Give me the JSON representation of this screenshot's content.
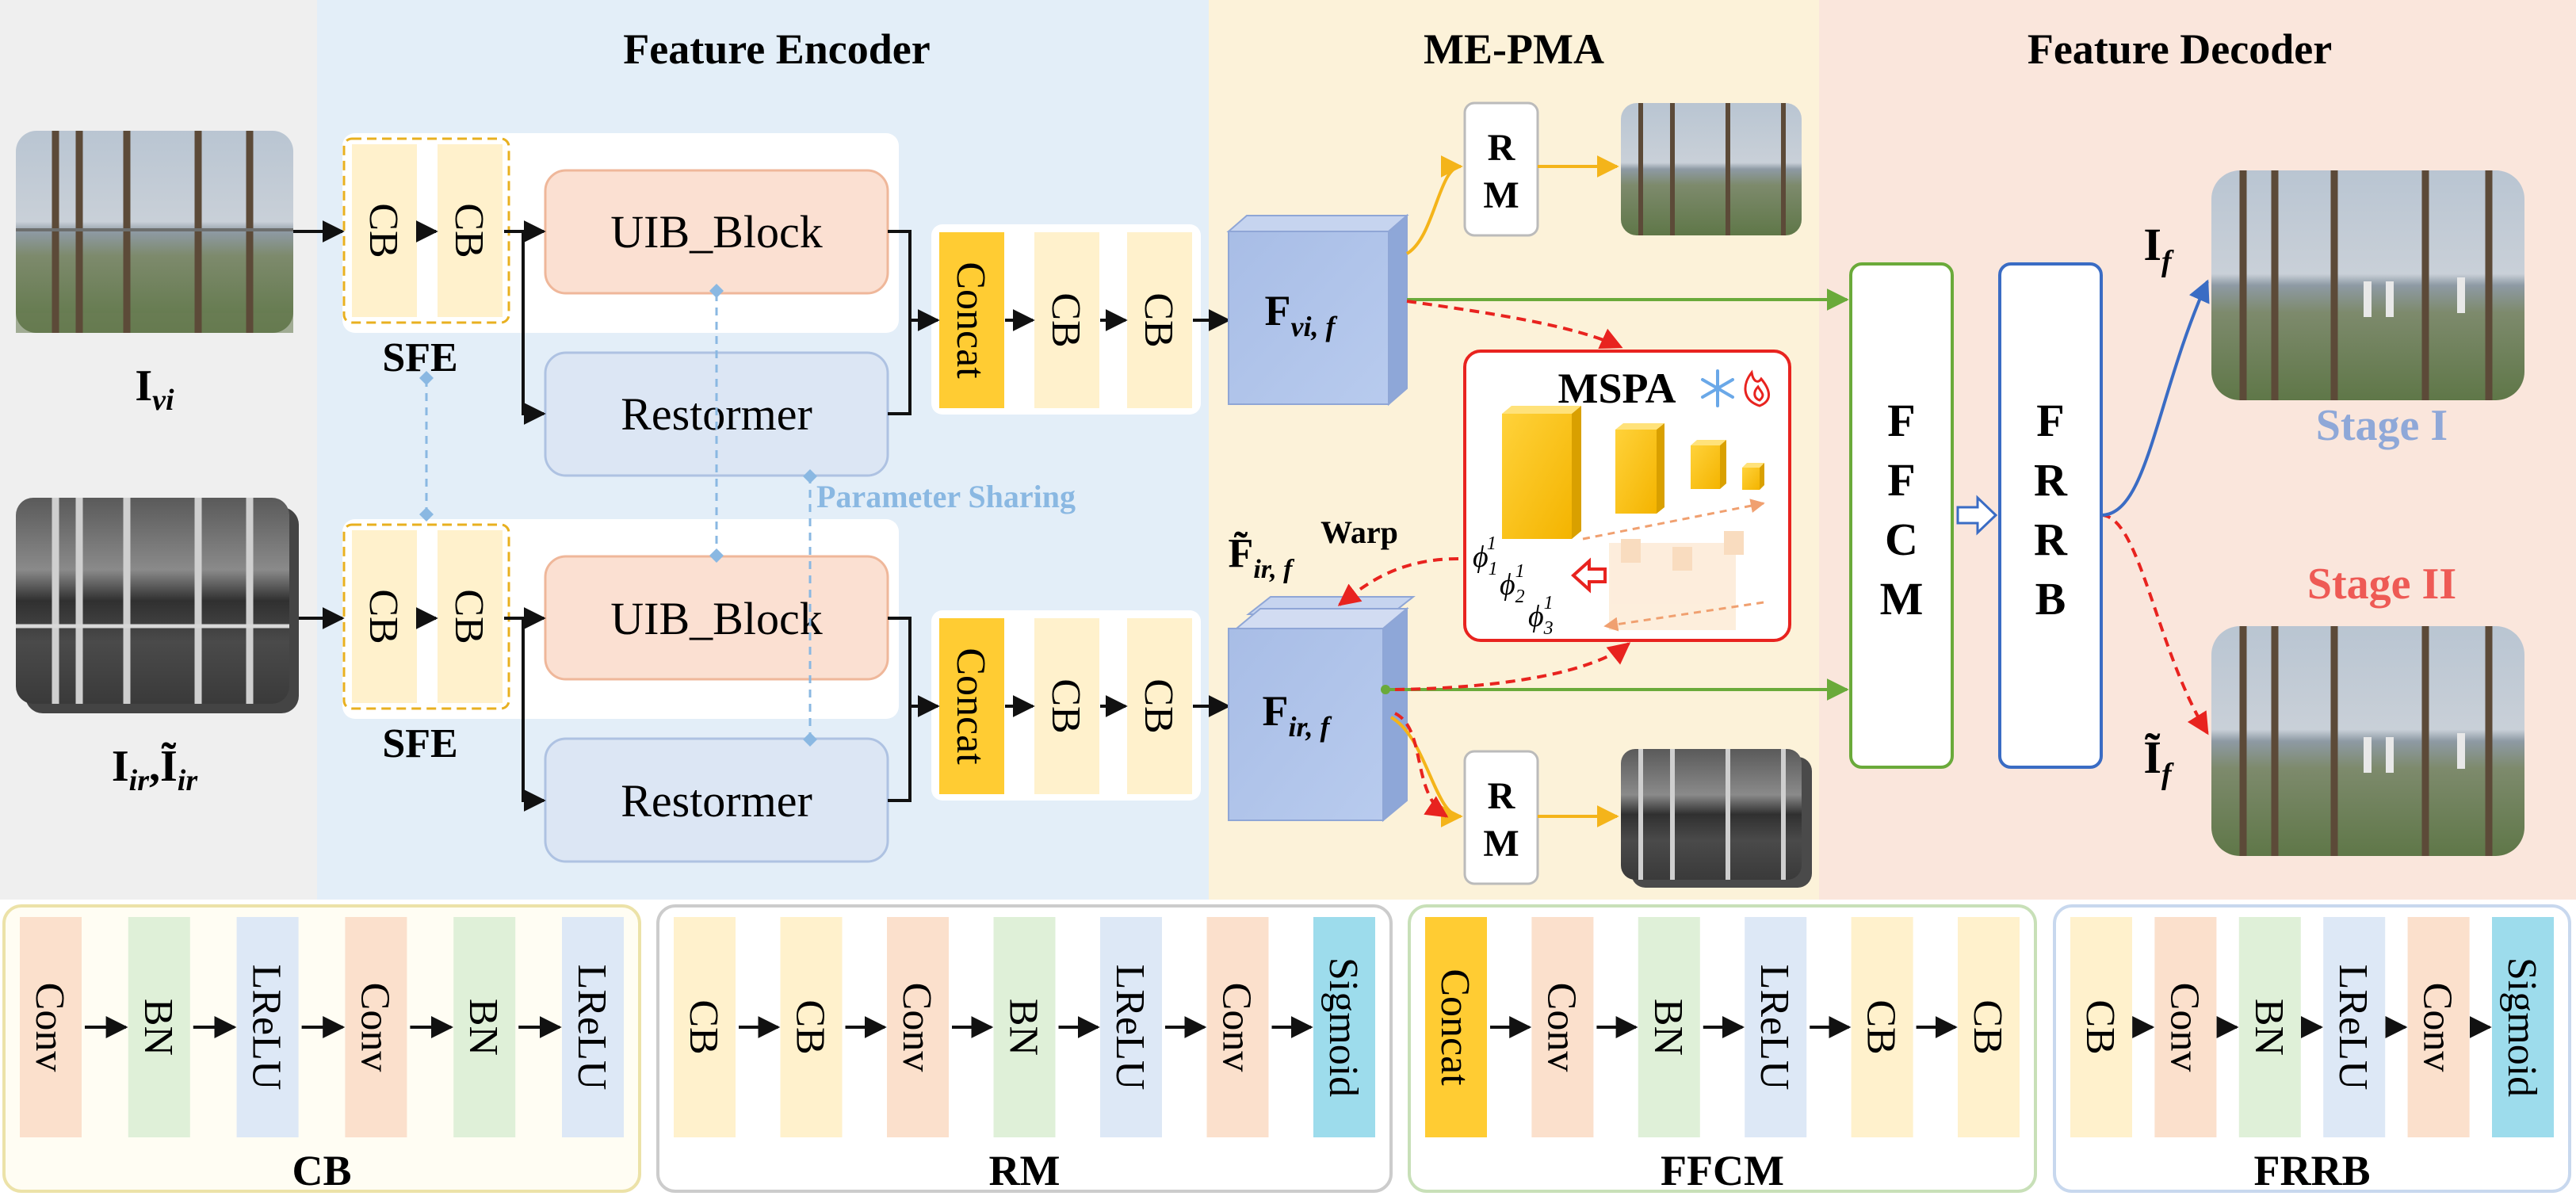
{
  "sections": {
    "encoder_title": "Feature Encoder",
    "mepma_title": "ME-PMA",
    "decoder_title": "Feature Decoder"
  },
  "inputs": {
    "vis_label_main": "I",
    "vis_label_sub": "vi",
    "ir_label_main": "I",
    "ir_label_sub": "ir",
    "ir_label_sep": ",",
    "ir_label_main2": "Ĩ",
    "ir_label_sub2": "ir"
  },
  "encoder": {
    "cb": "CB",
    "sfe": "SFE",
    "uib": "UIB_Block",
    "restormer": "Restormer",
    "concat": "Concat",
    "param_sharing": "Parameter Sharing"
  },
  "features": {
    "fvi_main": "F",
    "fvi_sub": "vi, f",
    "fir_main": "F",
    "fir_sub": "ir, f",
    "warped_main": "F̃",
    "warped_sub": "ir, f",
    "warp": "Warp"
  },
  "rm": {
    "r": "R",
    "m": "M"
  },
  "mspa": {
    "title": "MSPA",
    "phi": "ϕ",
    "phi1_sub": "1",
    "phi2_sub": "2",
    "phi3_sub": "3",
    "phi_sup": "1",
    "frozen_icon": "snowflake-icon",
    "trainable_icon": "flame-icon"
  },
  "decoder": {
    "ffcm_letters": [
      "F",
      "F",
      "C",
      "M"
    ],
    "frrb_letters": [
      "F",
      "R",
      "R",
      "B"
    ],
    "if_main": "I",
    "if_sub": "f",
    "if2_main": "Ĩ",
    "if2_sub": "f",
    "stage1": "Stage I",
    "stage2": "Stage II"
  },
  "legend": [
    {
      "name": "CB",
      "blocks": [
        "Conv",
        "BN",
        "LReLU",
        "Conv",
        "BN",
        "LReLU"
      ]
    },
    {
      "name": "RM",
      "blocks": [
        "CB",
        "CB",
        "Conv",
        "BN",
        "LReLU",
        "Conv",
        "Sigmoid"
      ]
    },
    {
      "name": "FFCM",
      "blocks": [
        "Concat",
        "Conv",
        "BN",
        "LReLU",
        "CB",
        "CB"
      ]
    },
    {
      "name": "FRRB",
      "blocks": [
        "CB",
        "Conv",
        "BN",
        "LReLU",
        "Conv",
        "Sigmoid"
      ]
    }
  ],
  "colors": {
    "encoder_bg": "#e3eef8",
    "mepma_bg": "#fcf2d9",
    "decoder_bg": "#fae6dc",
    "input_bg": "#efefef",
    "cb_fill": "#fff1cc",
    "concat_fill": "#ffcc33",
    "uib_fill": "#fbe0d2",
    "restormer_fill": "#dce6f4",
    "feature_cube": "#aabfe4",
    "green_arrow": "#6aaa3a",
    "red_arrow": "#e8231f",
    "orange_arrow": "#f4b41a",
    "blue_arrow": "#3a6cc4",
    "stage1_color": "#8fa8d8",
    "stage2_color": "#ee5a55",
    "conv_fill": "#fbe0cc",
    "bn_fill": "#dff0d8",
    "lrelu_fill": "#dde8f6",
    "sigmoid_fill": "#9ddcec"
  }
}
